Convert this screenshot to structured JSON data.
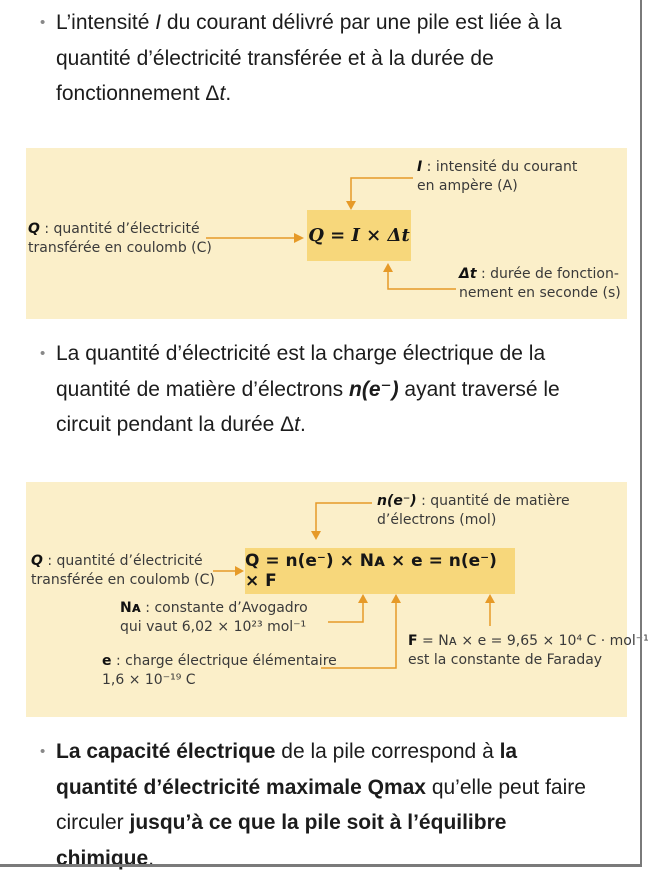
{
  "colors": {
    "box_bg": "#fbefc9",
    "formula_bg": "#f7d77b",
    "arrow": "#e69a28"
  },
  "icons": {
    "bullet": "bullet-icon",
    "arrow": "arrow-icon"
  },
  "para1": {
    "bullet": "•",
    "a": "L’intensité ",
    "b": "I",
    "c": " du courant délivré par une pile est liée à la quantité d’électricité transférée et à la durée de fonctionnement Δ",
    "d": "t",
    "e": "."
  },
  "box1": {
    "formula": "Q = I × Δt",
    "left_sym": "Q",
    "left_text": " : quantité d’électricité",
    "left_text2": "transférée en coulomb (C)",
    "top_sym": "I",
    "top_text": " : intensité du courant",
    "top_text2": "en ampère (A)",
    "bot_sym": "Δt",
    "bot_text": " : durée de fonction-",
    "bot_text2": "nement en seconde (s)"
  },
  "para2": {
    "bullet": "•",
    "a": "La quantité d’électricité est la charge électrique de la quantité de matière d’électrons ",
    "b": "n(e⁻)",
    "c": " ayant traversé le circuit pendant la durée Δ",
    "d": "t",
    "e": "."
  },
  "box2": {
    "formula": "Q = n(e⁻) × Nᴀ × e = n(e⁻) × F",
    "left_sym": "Q",
    "left_text": " : quantité d’électricité",
    "left_text2": "transférée en coulomb (C)",
    "top_sym": "n(e⁻)",
    "top_text": " : quantité de matière",
    "top_text2": "d’électrons (mol)",
    "na_sym": "Nᴀ",
    "na_text": " : constante d’Avogadro",
    "na_text2": "qui vaut 6,02 × 10²³ mol⁻¹",
    "e_sym": "e",
    "e_text": " : charge électrique élémentaire",
    "e_text2": "1,6 × 10⁻¹⁹ C",
    "f_sym": "F",
    "f_text": " = Nᴀ × e = 9,65 × 10⁴ C · mol⁻¹",
    "f_text2": "est la constante de Faraday"
  },
  "para3": {
    "bullet": "•",
    "a": "La capacité électrique",
    "b": " de la pile correspond à ",
    "c": "la quantité d’électricité maximale Qmax",
    "d": " qu’elle peut faire circuler ",
    "e": "jusqu’à ce que la pile soit à l’équilibre chimique",
    "f": "."
  }
}
